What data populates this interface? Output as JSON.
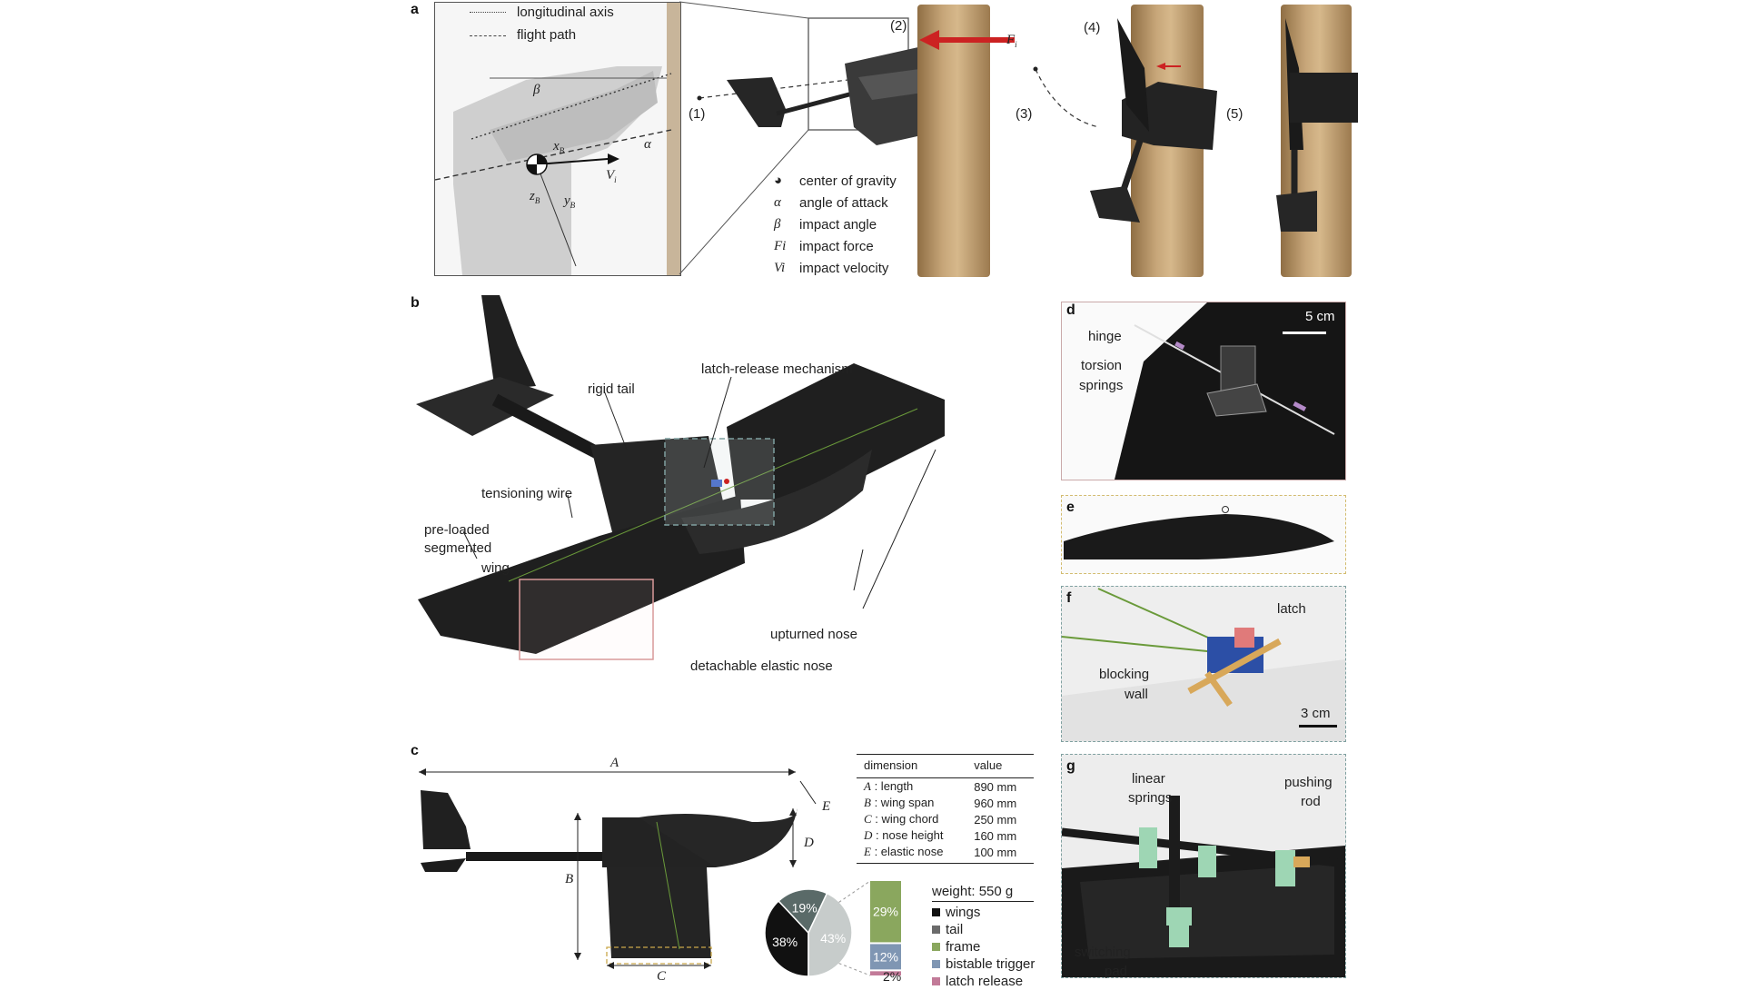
{
  "panels": {
    "a": {
      "letter": "a",
      "legend_lines": [
        {
          "label": "longitudinal axis",
          "style": "dotted"
        },
        {
          "label": "flight path",
          "style": "dashed"
        }
      ],
      "inset_symbols": {
        "beta": "β",
        "alpha": "α",
        "xB": "x",
        "xB_sub": "B",
        "zB": "z",
        "zB_sub": "B",
        "yB": "y",
        "yB_sub": "B",
        "Vi": "V",
        "Vi_sub": "i"
      },
      "phase_labels": [
        "(1)",
        "(2)",
        "(3)",
        "(4)",
        "(5)"
      ],
      "force_label": "F",
      "force_sub": "i",
      "symbol_legend": [
        {
          "symbol": "◕",
          "label": "center of gravity"
        },
        {
          "symbol": "α",
          "label": "angle of attack"
        },
        {
          "symbol": "β",
          "label": "impact angle"
        },
        {
          "symbol": "Fi",
          "label": "impact force"
        },
        {
          "symbol": "Vi",
          "label": "impact velocity"
        }
      ]
    },
    "b": {
      "letter": "b",
      "labels": {
        "rigid_tail": "rigid tail",
        "latch_release": "latch-release mechanism",
        "tensioning_wire": "tensioning wire",
        "preloaded_1": "pre-loaded",
        "preloaded_2": "segmented",
        "preloaded_3": "wing",
        "upturned_nose": "upturned nose",
        "detachable_nose": "detachable elastic nose"
      }
    },
    "c": {
      "letter": "c",
      "dim_labels": {
        "A": "A",
        "B": "B",
        "C": "C",
        "D": "D",
        "E": "E"
      },
      "table": {
        "headers": [
          "dimension",
          "value"
        ],
        "rows": [
          {
            "key": "A",
            "name": ": length",
            "value": "890 mm"
          },
          {
            "key": "B",
            "name": ": wing span",
            "value": "960 mm"
          },
          {
            "key": "C",
            "name": ": wing chord",
            "value": "250 mm"
          },
          {
            "key": "D",
            "name": ": nose height",
            "value": "160 mm"
          },
          {
            "key": "E",
            "name": ": elastic nose",
            "value": "100 mm"
          }
        ]
      },
      "weight_title": "weight: 550 g",
      "pie": [
        {
          "label": "wings",
          "percent": 38,
          "color": "#111111",
          "text": "38%"
        },
        {
          "label": "tail",
          "percent": 19,
          "color": "#5a6a68",
          "text": "19%"
        },
        {
          "label": "frame",
          "percent": 43,
          "color": "#c7cccb",
          "text": "43%"
        }
      ],
      "bar": [
        {
          "label": "frame",
          "percent": 29,
          "color": "#8aa75e",
          "text": "29%"
        },
        {
          "label": "bistable trigger",
          "percent": 12,
          "color": "#7f96b3",
          "text": "12%"
        },
        {
          "label": "latch release",
          "percent": 2,
          "color": "#c27a98",
          "text": "2%"
        }
      ],
      "legend": [
        {
          "label": "wings",
          "color": "#111111"
        },
        {
          "label": "tail",
          "color": "#6b6b6b"
        },
        {
          "label": "frame",
          "color": "#8aa75e"
        },
        {
          "label": "bistable trigger",
          "color": "#7f96b3"
        },
        {
          "label": "latch release",
          "color": "#c27a98"
        }
      ]
    },
    "d": {
      "letter": "d",
      "scale": "5 cm",
      "hinge": "hinge",
      "torsion_1": "torsion",
      "torsion_2": "springs"
    },
    "e": {
      "letter": "e"
    },
    "f": {
      "letter": "f",
      "latch": "latch",
      "blocking_1": "blocking",
      "blocking_2": "wall",
      "scale": "3 cm"
    },
    "g": {
      "letter": "g",
      "linear_1": "linear",
      "linear_2": "springs",
      "pushing_1": "pushing",
      "pushing_2": "rod",
      "switching_1": "switching",
      "switching_2": "pad"
    }
  },
  "colors": {
    "wood": "#b89566",
    "wood_dark": "#9c7a4f",
    "drone": "#1d1d1d",
    "arrow": "#cc2222",
    "wire": "#6a9a3a"
  }
}
